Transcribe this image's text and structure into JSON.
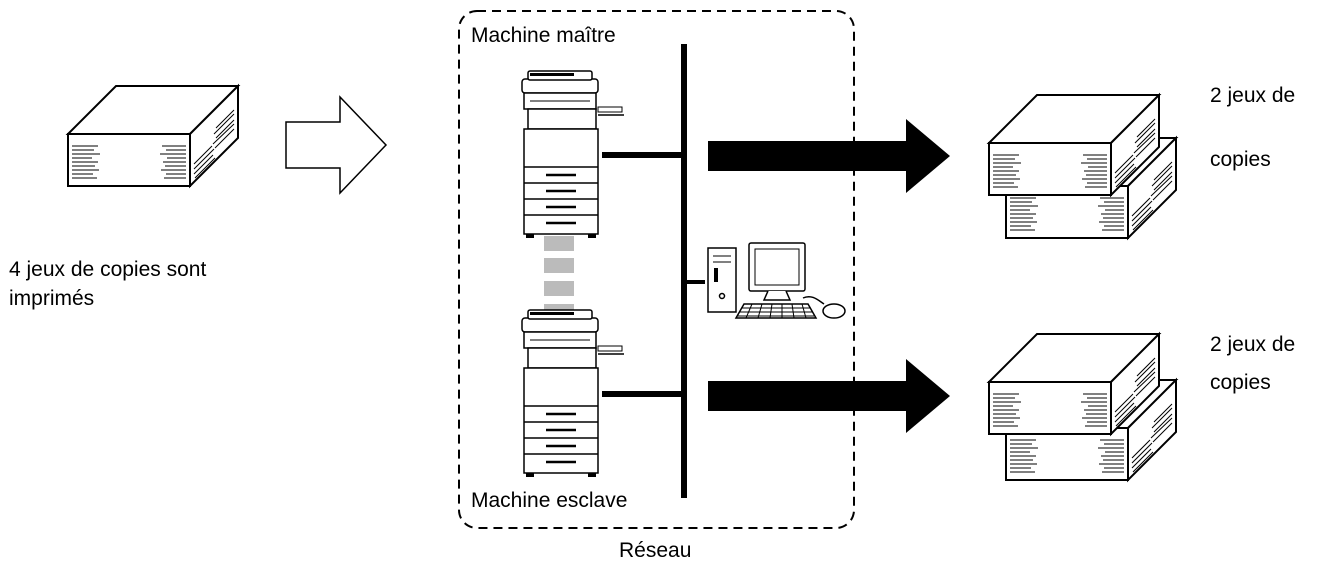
{
  "labels": {
    "input_caption_line1": "4 jeux de copies sont",
    "input_caption_line2": "imprimés",
    "master": "Machine maître",
    "slave": "Machine esclave",
    "network": "Réseau",
    "output_top_line1": "2 jeux de",
    "output_top_line2": "copies",
    "output_bottom_line1": "2 jeux de",
    "output_bottom_line2": "copies"
  }
}
